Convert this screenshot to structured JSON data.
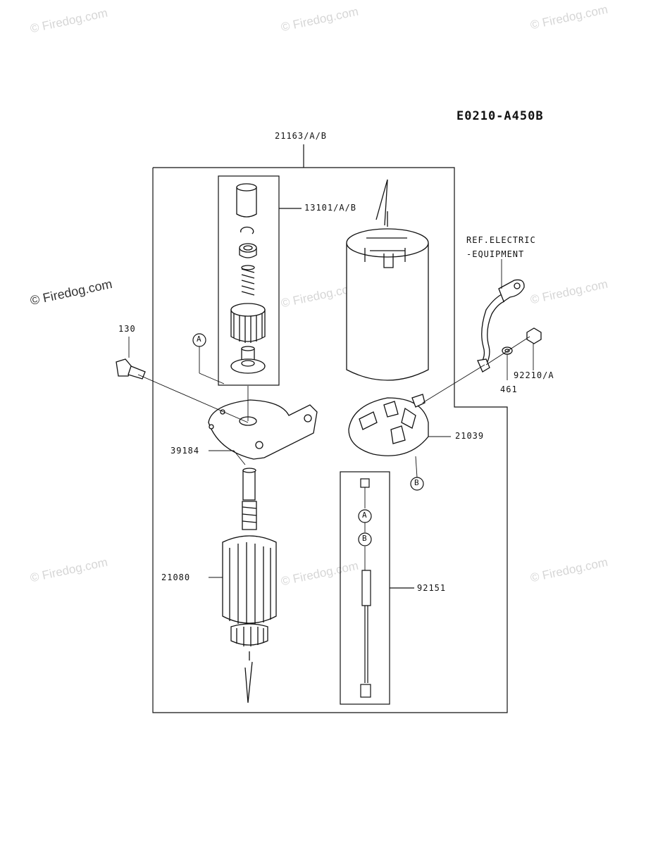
{
  "diagram": {
    "code": "E0210-A450B",
    "labels": {
      "assembly": "21163/A/B",
      "drive": "13101/A/B",
      "bolt": "130",
      "bracket": "39184",
      "armature": "21080",
      "brush_holder": "21039",
      "through_bolt": "92151",
      "washer": "461",
      "nut": "92210/A",
      "ref_line1": "REF.ELECTRIC",
      "ref_line2": "-EQUIPMENT",
      "callout_a": "A",
      "callout_b": "B"
    }
  },
  "watermark": {
    "text": "© Firedog.com"
  }
}
